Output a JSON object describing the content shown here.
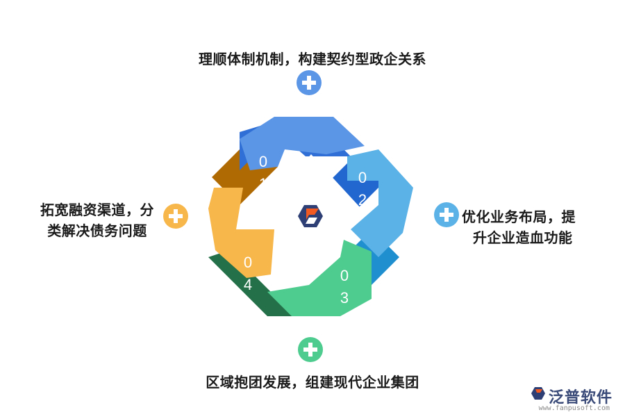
{
  "items": [
    {
      "label": "理顺体制机制，构建契约型政企关系",
      "number": "01",
      "color": "#5b95e6",
      "plus_color": "#5b95e6"
    },
    {
      "label_line1": "优化业务布局，提",
      "label_line2": "升企业造血功能",
      "number": "02",
      "color": "#5ab2e6",
      "plus_color": "#5ab2e6"
    },
    {
      "label": "区域抱团发展，组建现代企业集团",
      "number": "03",
      "color": "#4ecb8f",
      "plus_color": "#4ecb8f"
    },
    {
      "label_line1": "拓宽融资渠道，分",
      "label_line2": "类解决债务问题",
      "number": "04",
      "color": "#f8b74a",
      "plus_color": "#f8b74a"
    }
  ],
  "center_icon": "fanpu-logo-icon",
  "watermark": {
    "brand": "泛普软件",
    "url": "www.fanpusoft.com"
  }
}
